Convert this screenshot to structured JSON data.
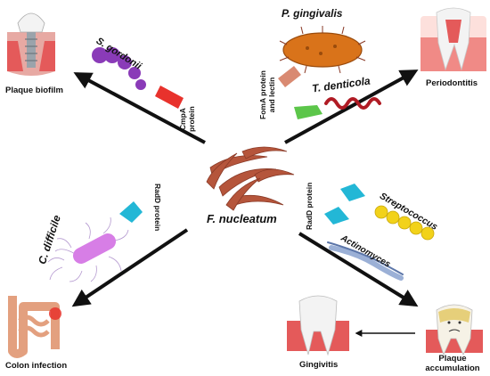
{
  "center": {
    "label": "F. nucleatum"
  },
  "outcomes": {
    "plaque_biofilm": "Plaque biofilm",
    "periodontitis": "Periodontitis",
    "colon_infection": "Colon infection",
    "gingivitis": "Gingivitis",
    "plaque_accumulation_1": "Plaque",
    "plaque_accumulation_2": "accumulation"
  },
  "bacteria": {
    "s_gordonii": "S. gordonii",
    "p_gingivalis": "P. gingivalis",
    "t_denticola": "T. denticola",
    "c_difficile": "C. difficile",
    "streptococcus": "Streptococcus",
    "actinomyces": "Actinomyces"
  },
  "proteins": {
    "cmpa_1": "CmpA",
    "cmpa_2": "protein",
    "foma_1": "FomA protein",
    "foma_2": "and lectin",
    "radd_left": "RadD protein",
    "radd_right": "RadD protein"
  },
  "colors": {
    "arrow": "#111111",
    "cmpa": "#e8322c",
    "foma": "#d98a72",
    "lectin": "#5cc64a",
    "radd": "#23b7d6",
    "s_gordonii": "#8a3bb8",
    "p_gingivalis": "#d9731a",
    "t_denticola": "#b01b24",
    "c_difficile": "#d77ee6",
    "streptococcus": "#f2d21a",
    "actinomyces": "#9bb0d6",
    "fuso": "#b5553b",
    "gum": "#e45a5a",
    "tooth": "#f3f3f3"
  },
  "icons": [
    "implant-icon",
    "tooth-periodontitis-icon",
    "colon-icon",
    "tooth-gingivitis-icon",
    "tooth-plaque-icon"
  ]
}
